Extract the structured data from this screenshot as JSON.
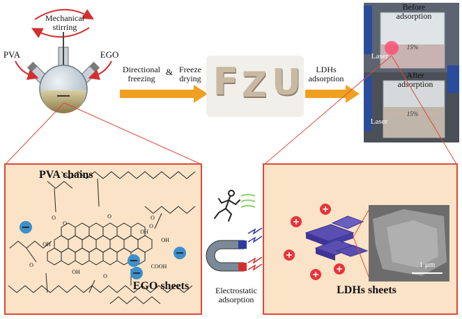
{
  "top": {
    "mechanical_stirring": "Mechanical\nstirring",
    "pva": "PVA",
    "ego": "EGO",
    "directional_freezing": "Directional\nfreezing",
    "ampersand": "&",
    "freeze_drying": "Freeze\ndrying",
    "fzu_letters": [
      "F",
      "Z",
      "U"
    ],
    "ldhs_adsorption": "LDHs\nadsorption"
  },
  "photo": {
    "before": "Before\nadsorption",
    "after": "After\nadsorption",
    "laser_top": "Laser",
    "laser_bottom": "Laser",
    "beaker_mark_top": "15%",
    "beaker_mark_bottom": "15%"
  },
  "left_panel": {
    "title": "PVA chains",
    "caption": "EGO sheets",
    "groups": [
      "O",
      "O",
      "O",
      "O",
      "O",
      "O",
      "OH",
      "OH",
      "OH",
      "OH",
      "COOH",
      "O"
    ]
  },
  "middle": {
    "caption": "Electrostatic\nadsorption"
  },
  "right_panel": {
    "caption": "LDHs sheets",
    "scale_bar": "1 μm"
  },
  "colors": {
    "panel_bg": "#fbe3c7",
    "panel_border": "#d94a3a",
    "arrow": "#f0a020",
    "negative": "#3d8ec9",
    "positive": "#e8333b",
    "ldh": "#5a4fb0"
  }
}
